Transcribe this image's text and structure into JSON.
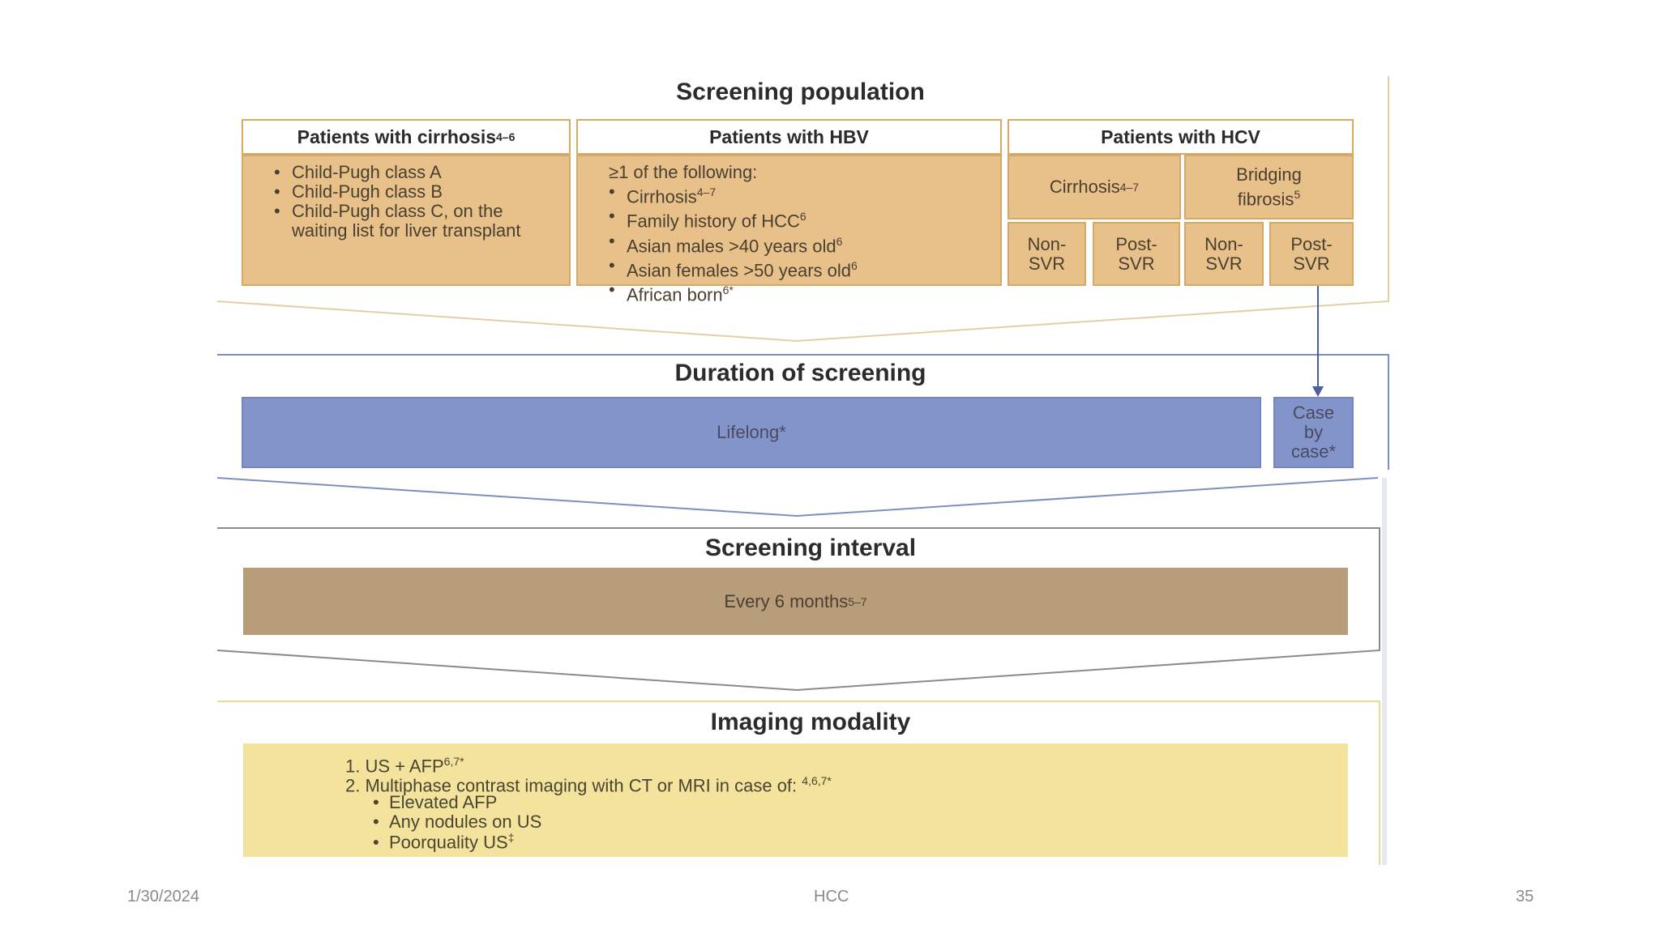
{
  "screening_population": {
    "title": "Screening population",
    "cirrhosis": {
      "header": "Patients with cirrhosis",
      "header_sup": "4–6",
      "items": [
        "Child-Pugh class A",
        "Child-Pugh class B",
        "Child-Pugh class C, on the waiting list for liver transplant"
      ]
    },
    "hbv": {
      "header": "Patients with HBV",
      "intro": "≥1  of the following:",
      "items": [
        {
          "text": "Cirrhosis",
          "sup": "4–7"
        },
        {
          "text": "Family history of HCC",
          "sup": "6"
        },
        {
          "text": "Asian males >40 years old",
          "sup": "6"
        },
        {
          "text": "Asian females >50 years old",
          "sup": "6"
        },
        {
          "text": "African born",
          "sup": "6*"
        }
      ]
    },
    "hcv": {
      "header": "Patients with HCV",
      "cirrhosis": "Cirrhosis",
      "cirrhosis_sup": "4–7",
      "bridging": "Bridging fibrosis",
      "bridging_sup": "5",
      "sub": [
        "Non-SVR",
        "Post-SVR",
        "Non-SVR",
        "Post-SVR"
      ]
    }
  },
  "duration": {
    "title": "Duration of screening",
    "lifelong": "Lifelong*",
    "case": "Case by case*"
  },
  "interval": {
    "title": "Screening interval",
    "text": "Every 6 months",
    "text_sup": "5–7"
  },
  "imaging": {
    "title": "Imaging modality",
    "line1": "1. US + AFP",
    "line1_sup": "6,7*",
    "line2": "2. Multiphase contrast imaging with CT or MRI in case of:",
    "line2_sup": "4,6,7*",
    "bullets": [
      "Elevated AFP",
      "Any nodules on US",
      "Poorquality US"
    ],
    "bullet3_sup": "‡"
  },
  "footer": {
    "date": "1/30/2024",
    "center": "HCC",
    "page": "35"
  }
}
